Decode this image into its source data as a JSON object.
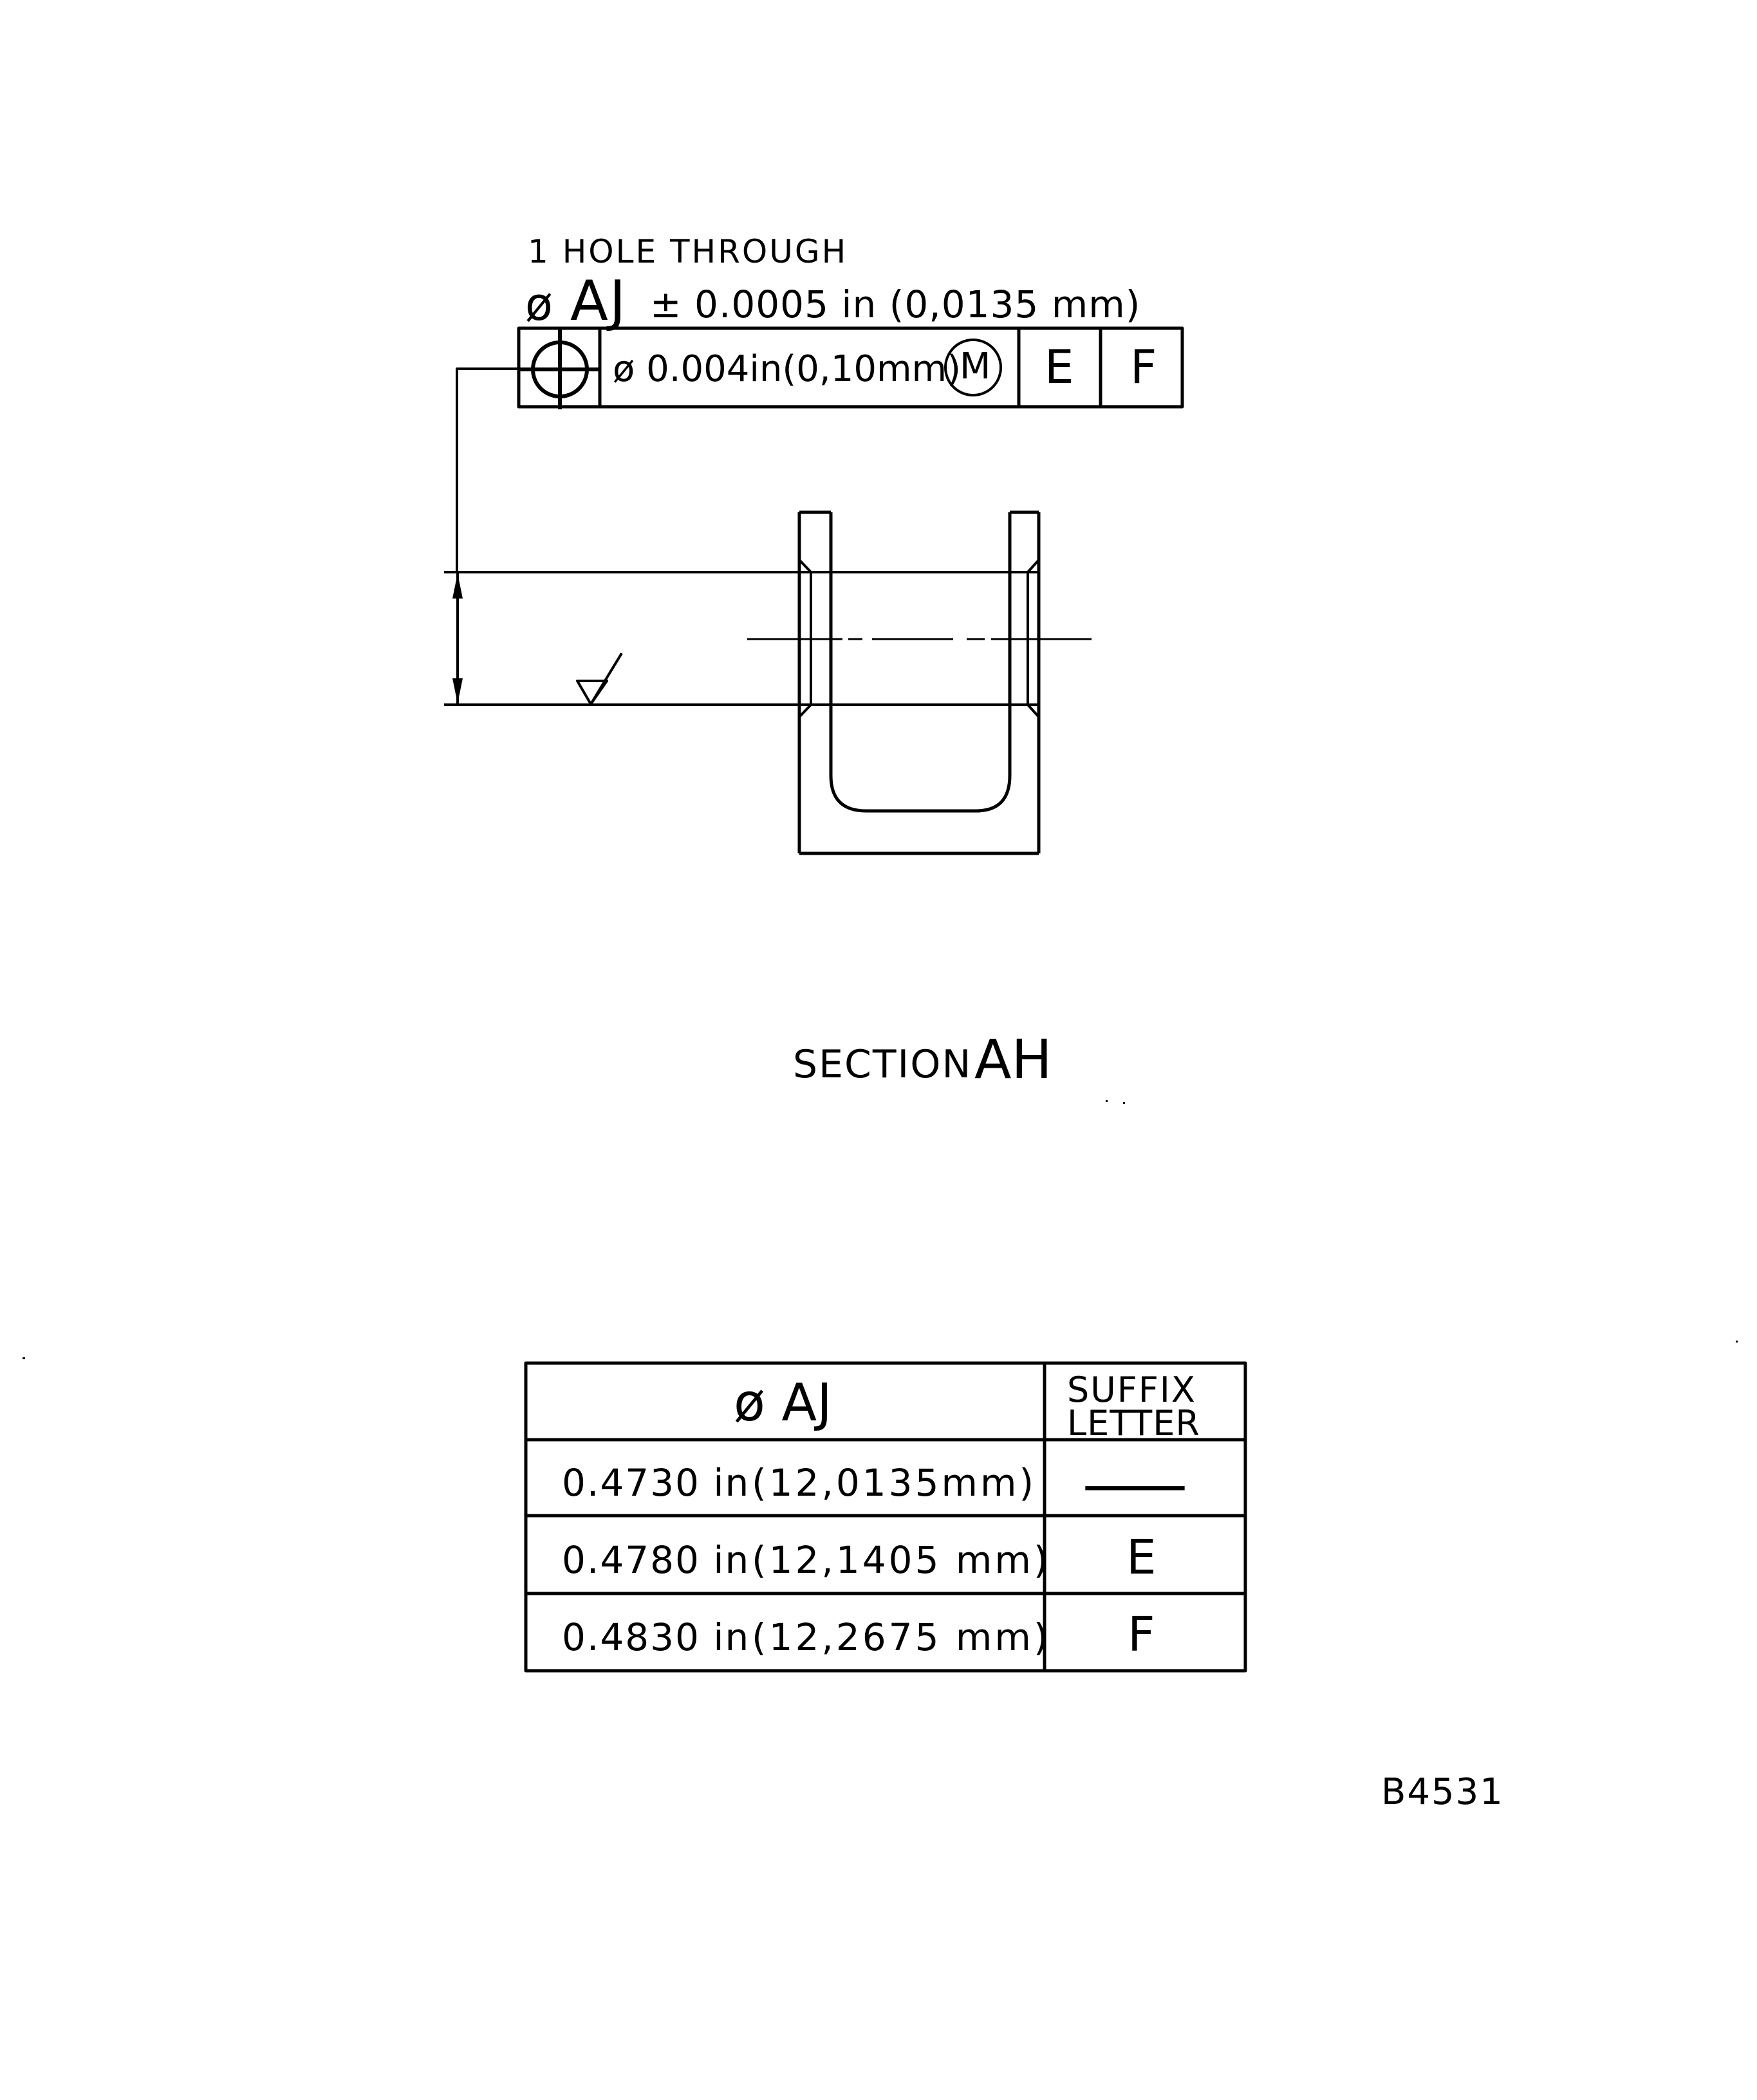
{
  "drawing": {
    "note_line1": "1 HOLE THROUGH",
    "note_line2": {
      "diameter_symbol": "ø",
      "feature_label": "AJ",
      "tolerance": "± 0.0005 in (0,0135 mm)"
    },
    "feature_control_frame": {
      "symbol": "position-icon",
      "tolerance_text": "ø 0.004in(0,10mm)",
      "modifier": "M",
      "datums": [
        "E",
        "F"
      ]
    },
    "section_label": {
      "prefix": "SECTION",
      "id": "AH"
    },
    "surface_finish_symbol": "machined-surface-icon",
    "figure_id": "B4531"
  },
  "table": {
    "headers": {
      "dimension": "ø AJ",
      "suffix_line1": "SUFFIX",
      "suffix_line2": "LETTER"
    },
    "rows": [
      {
        "value_in": "0.4730 in",
        "value_mm": "(12,0135mm)",
        "suffix": "—"
      },
      {
        "value_in": "0.4780 in",
        "value_mm": "(12,1405 mm)",
        "suffix": "E"
      },
      {
        "value_in": "0.4830 in",
        "value_mm": "(12,2675 mm)",
        "suffix": "F"
      }
    ]
  },
  "colors": {
    "ink": "#000000",
    "paper": "#ffffff"
  }
}
